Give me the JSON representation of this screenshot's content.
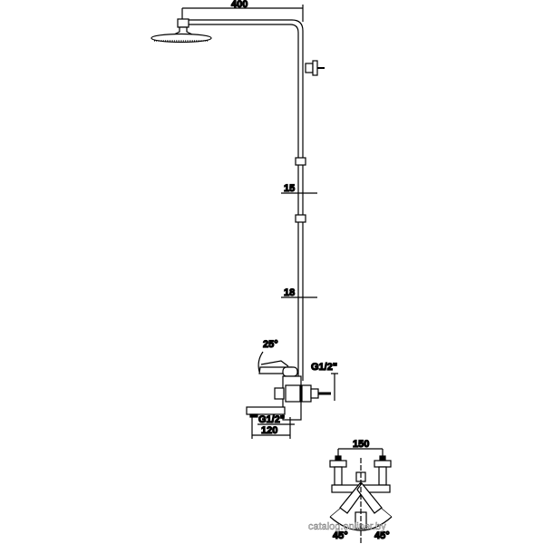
{
  "dimensions": {
    "arm_length": "400",
    "slider_1": "15",
    "slider_2": "18",
    "lever_angle": "25°",
    "inlet_thread": "G1/2\"",
    "spout_thread": "G1/2\"",
    "spout_length": "120",
    "inlet_spacing": "150",
    "swivel_left": "45°",
    "swivel_right": "45°"
  },
  "watermark": "catalog.onliner.by",
  "colors": {
    "line": "#000000",
    "background": "#ffffff"
  }
}
